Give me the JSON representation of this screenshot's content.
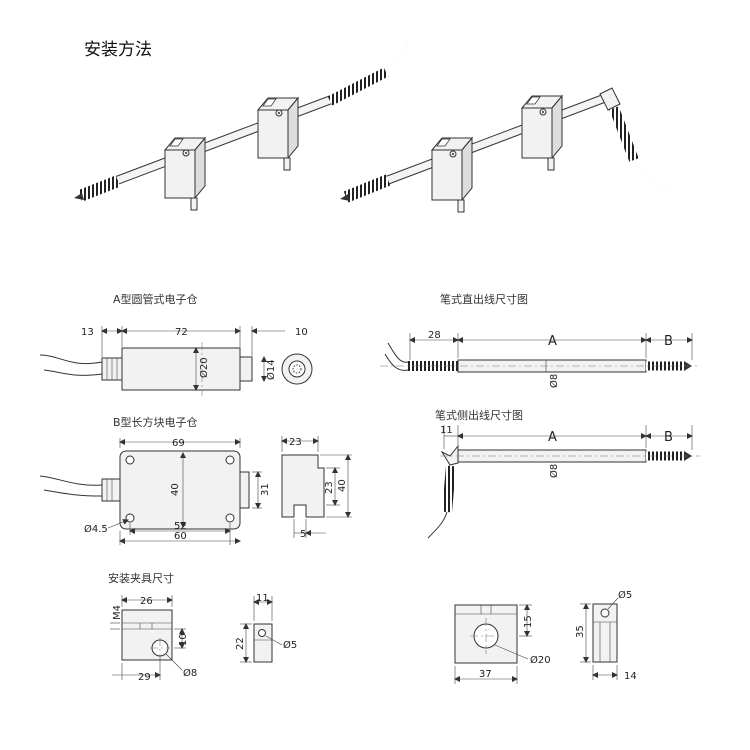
{
  "titles": {
    "install": "安装方法",
    "a_type": "A型圆管式电子仓",
    "b_type": "B型长方块电子仓",
    "pen_straight": "笔式直出线尺寸图",
    "pen_side": "笔式侧出线尺寸图",
    "fixture": "安装夹具尺寸"
  },
  "dims": {
    "a13": "13",
    "a72": "72",
    "a10": "10",
    "aD20": "Ø20",
    "aD14": "Ø14",
    "b69": "69",
    "b40": "40",
    "b31": "31",
    "b52": "52",
    "b60": "60",
    "bD45": "Ø4.5",
    "s23": "23",
    "s23b": "23",
    "s40": "40",
    "s5": "5",
    "p28": "28",
    "pA": "A",
    "pB": "B",
    "pD8": "Ø8",
    "q11": "11",
    "qA": "A",
    "qB": "B",
    "qD8": "Ø8",
    "f26": "26",
    "fM4": "M4",
    "f10": "10",
    "f29": "29",
    "fD8": "Ø8",
    "g11": "11",
    "g22": "22",
    "gD5": "Ø5",
    "h15": "15",
    "hD20": "Ø20",
    "h37": "37",
    "k35": "35",
    "kD5": "Ø5",
    "k14": "14"
  }
}
